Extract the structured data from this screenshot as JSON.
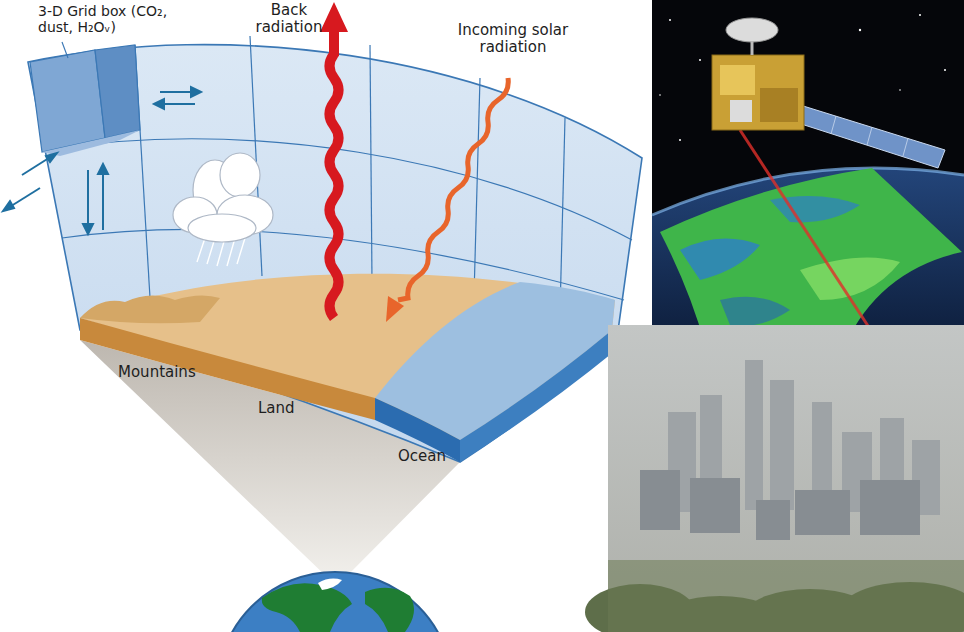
{
  "diagram": {
    "labels": [
      "3-D Grid box (CO₂, dust, H₂Oᵥ)",
      "Back radiation",
      "Incoming solar radiation",
      "Mountains",
      "Land",
      "Ocean"
    ]
  }
}
